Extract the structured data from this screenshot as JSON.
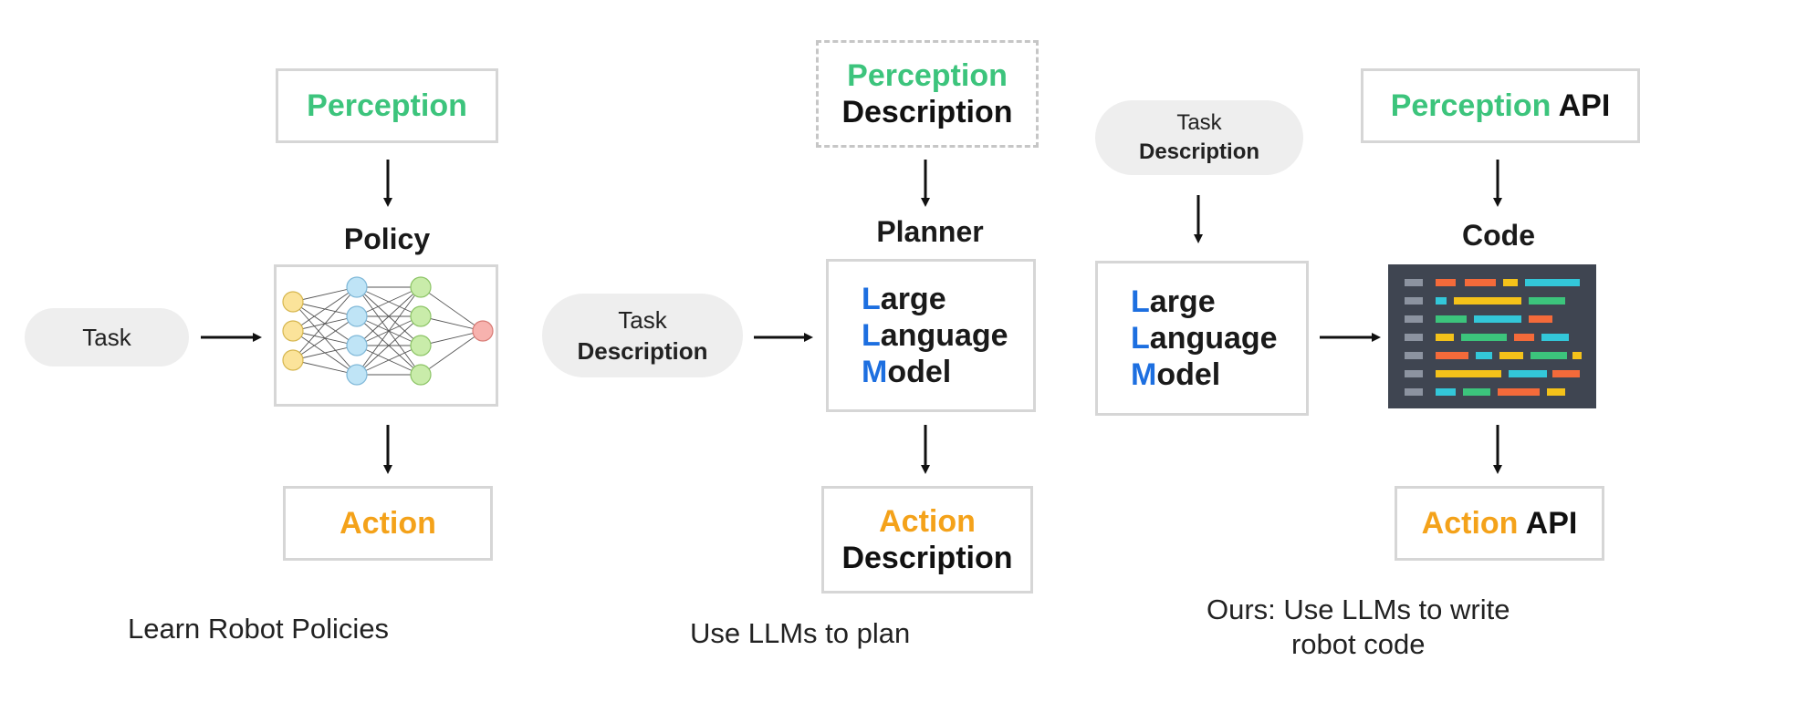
{
  "column1": {
    "perception": "Perception",
    "heading": "Policy",
    "task": "Task",
    "action": "Action",
    "caption": "Learn Robot Policies"
  },
  "column2": {
    "perception": "Perception",
    "perception_sub": "Description",
    "heading": "Planner",
    "task_line1": "Task",
    "task_line2": "Description",
    "llm": {
      "l1_initial": "L",
      "l1_rest": "arge",
      "l2_initial": "L",
      "l2_rest": "anguage",
      "l3_initial": "M",
      "l3_rest": "odel"
    },
    "action": "Action",
    "action_sub": "Description",
    "caption": "Use LLMs to plan"
  },
  "column3": {
    "task_line1": "Task",
    "task_line2": "Description",
    "llm": {
      "l1_initial": "L",
      "l1_rest": "arge",
      "l2_initial": "L",
      "l2_rest": "anguage",
      "l3_initial": "M",
      "l3_rest": "odel"
    },
    "perception": "Perception",
    "perception_suffix": "API",
    "heading": "Code",
    "action": "Action",
    "action_suffix": "API",
    "caption_line1": "Ours: Use LLMs to write",
    "caption_line2": "robot code"
  },
  "colors": {
    "perception": "#3cc47c",
    "action": "#f4a21a",
    "llm_initial": "#1d6fe0",
    "code_bg": "#3f4551",
    "code_tokens": [
      "#f46a3a",
      "#f4c21a",
      "#33c7d9",
      "#3cc47c",
      "#8c93a0"
    ]
  },
  "icons": {
    "neural_network": "neural-network-icon",
    "code": "code-editor-icon",
    "arrows": "arrow-icon"
  }
}
